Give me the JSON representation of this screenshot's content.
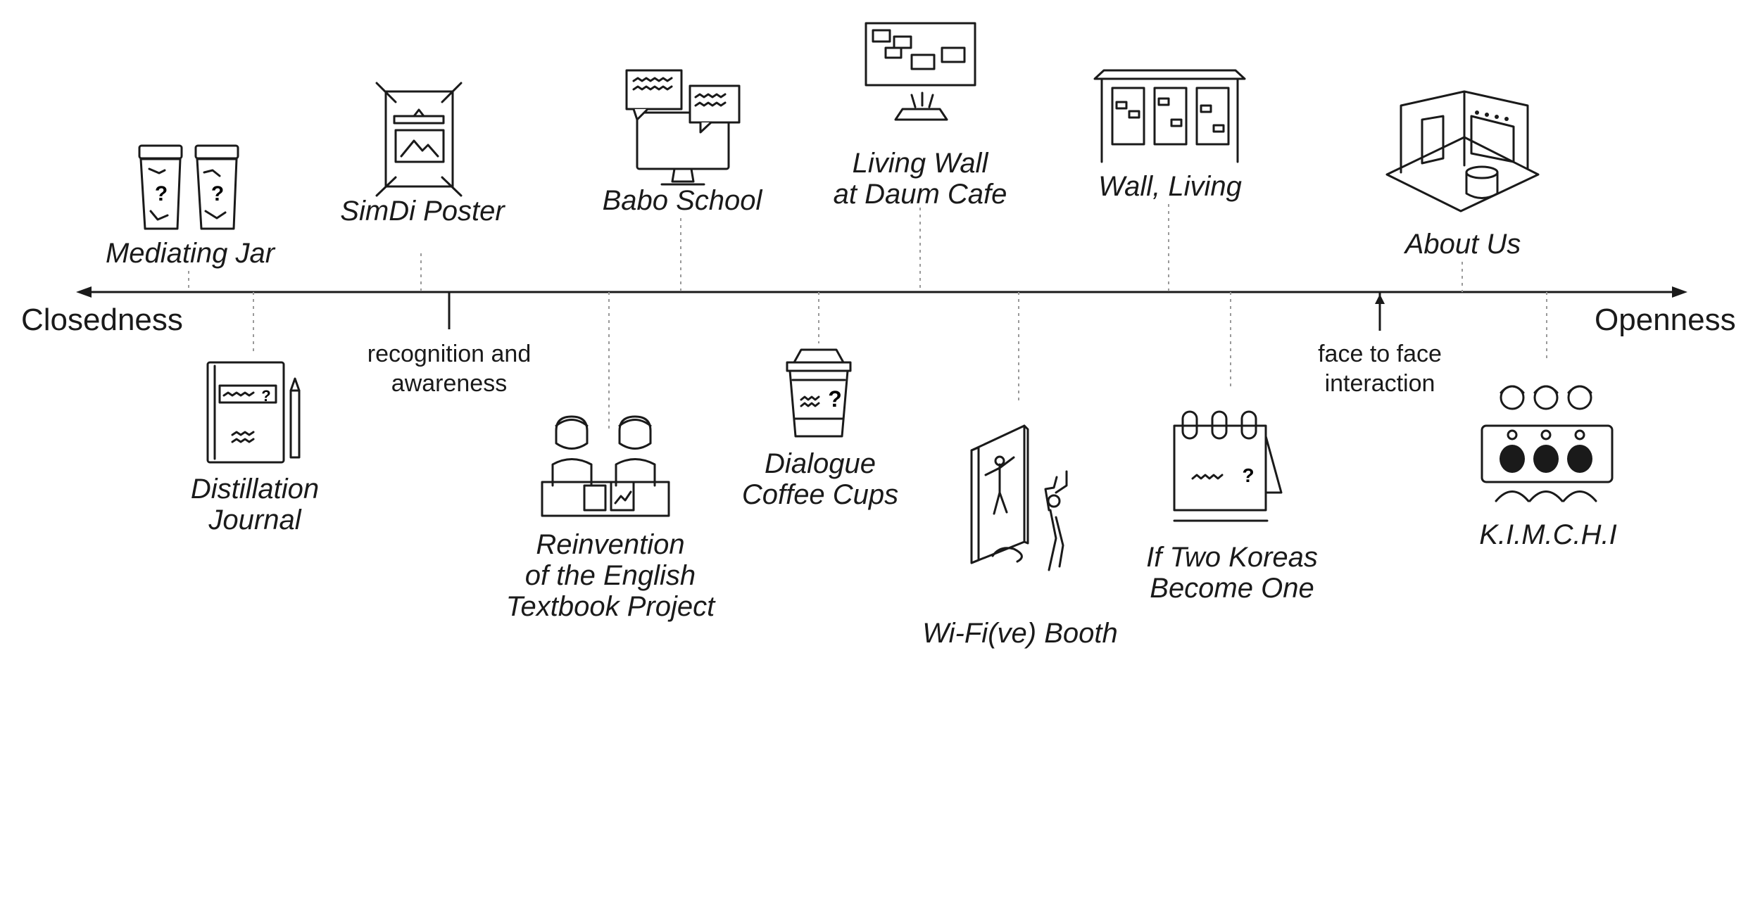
{
  "axis": {
    "left_label": "Closedness",
    "right_label": "Openness"
  },
  "annotations": [
    {
      "lines": [
        "recognition and",
        "awareness"
      ]
    },
    {
      "lines": [
        "face to face",
        "interaction"
      ]
    }
  ],
  "projects": [
    {
      "id": "mediating-jar",
      "lines": [
        "Mediating Jar"
      ],
      "icon": "jar-icon"
    },
    {
      "id": "distillation-journal",
      "lines": [
        "Distillation",
        "Journal"
      ],
      "icon": "journal-icon"
    },
    {
      "id": "simdi-poster",
      "lines": [
        "SimDi Poster"
      ],
      "icon": "poster-icon"
    },
    {
      "id": "reinvention-textbook",
      "lines": [
        "Reinvention",
        "of the English",
        "Textbook Project"
      ],
      "icon": "students-icon"
    },
    {
      "id": "babo-school",
      "lines": [
        "Babo School"
      ],
      "icon": "monitor-chat-icon"
    },
    {
      "id": "dialogue-coffee-cups",
      "lines": [
        "Dialogue",
        "Coffee Cups"
      ],
      "icon": "coffee-cup-icon"
    },
    {
      "id": "living-wall-daum",
      "lines": [
        "Living Wall",
        "at Daum Cafe"
      ],
      "icon": "projector-wall-icon"
    },
    {
      "id": "wifive-booth",
      "lines": [
        "Wi-Fi(ve) Booth"
      ],
      "icon": "booth-icon"
    },
    {
      "id": "wall-living",
      "lines": [
        "Wall, Living"
      ],
      "icon": "bus-shelter-icon"
    },
    {
      "id": "two-koreas",
      "lines": [
        "If Two Koreas",
        "Become One"
      ],
      "icon": "calendar-icon"
    },
    {
      "id": "about-us",
      "lines": [
        "About Us"
      ],
      "icon": "booth-room-icon"
    },
    {
      "id": "kimchi",
      "lines": [
        "K.I.M.C.H.I"
      ],
      "icon": "group-table-icon"
    }
  ]
}
